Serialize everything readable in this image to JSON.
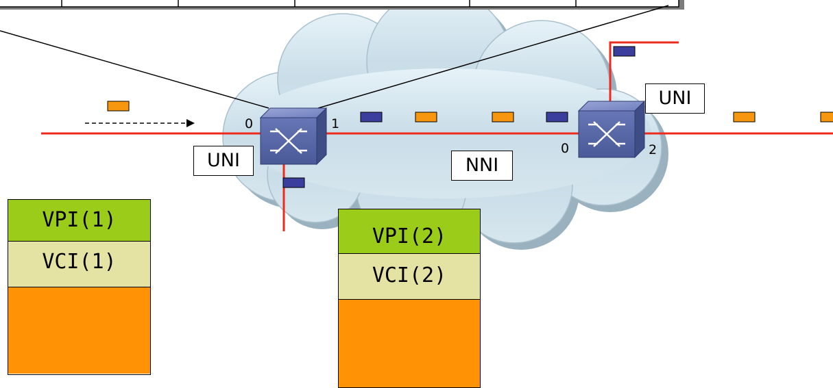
{
  "colors": {
    "link_line": "#ee2a1f",
    "cell_orange": "#f7960f",
    "cell_blue": "#3b3e9c",
    "vpi_green": "#9ccc1a",
    "vci_khaki": "#e5e3a3",
    "payload_orange": "#ff9305",
    "switch_fill": "#5a6aa8"
  },
  "icons": [
    "atm-switch-icon",
    "cloud-icon",
    "arrow-right-icon"
  ],
  "labels": {
    "uni_left": "UNI",
    "nni": "NNI",
    "uni_right": "UNI"
  },
  "ports": {
    "sw1_in": "0",
    "sw1_out": "1",
    "sw2_in": "0",
    "sw2_out": "2"
  },
  "headers": {
    "cell1": {
      "vpi": "VPI(1)",
      "vci": "VCI(1)"
    },
    "cell2": {
      "vpi": "VPI(2)",
      "vci": "VCI(2)"
    }
  }
}
